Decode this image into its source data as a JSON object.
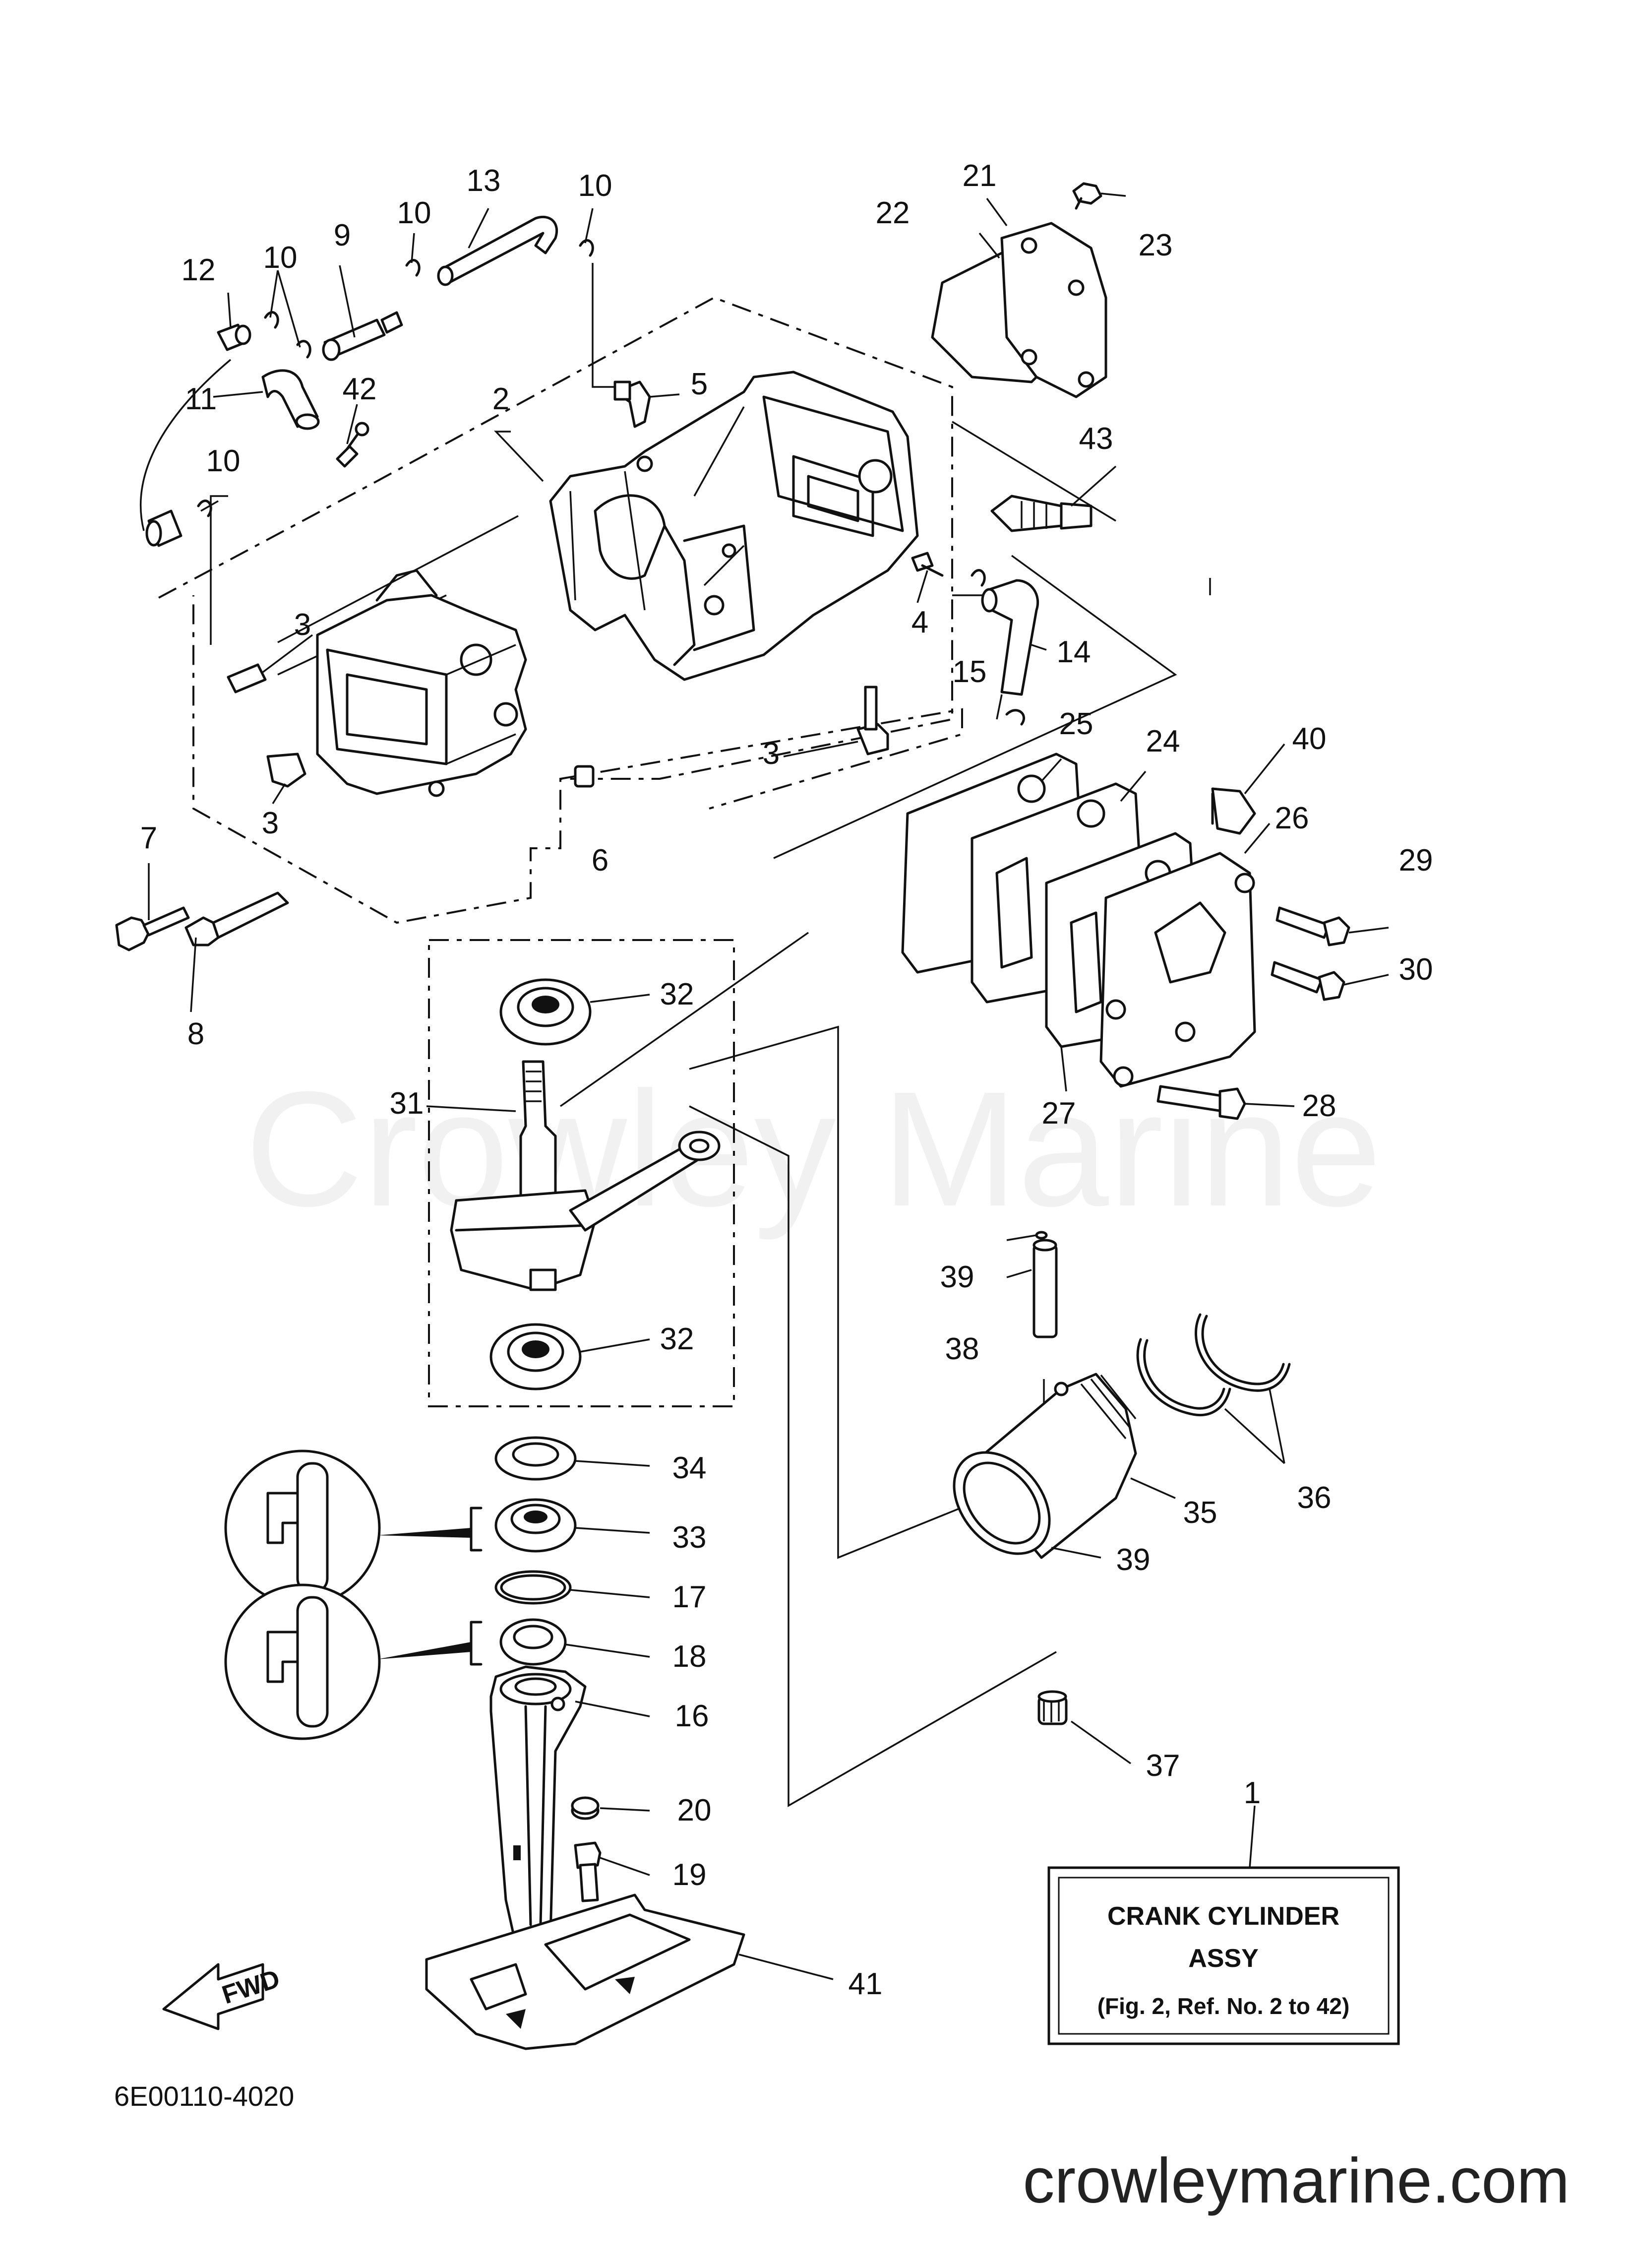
{
  "diagram": {
    "code": "6E00110-4020",
    "watermark": "Crowley Marine",
    "website": "crowleymarine.com",
    "fwd_label": "FWD",
    "assembly_box": {
      "line1": "CRANK CYLINDER",
      "line2": "ASSY",
      "line3": "(Fig. 2, Ref. No. 2 to 42)"
    },
    "callouts": [
      "1",
      "2",
      "3",
      "3",
      "3",
      "4",
      "5",
      "6",
      "7",
      "8",
      "9",
      "10",
      "10",
      "10",
      "10",
      "11",
      "12",
      "13",
      "14",
      "15",
      "16",
      "17",
      "18",
      "19",
      "20",
      "21",
      "22",
      "23",
      "24",
      "25",
      "26",
      "27",
      "28",
      "29",
      "30",
      "31",
      "32",
      "32",
      "33",
      "34",
      "35",
      "36",
      "37",
      "38",
      "39",
      "39",
      "40",
      "41",
      "42",
      "43"
    ]
  }
}
